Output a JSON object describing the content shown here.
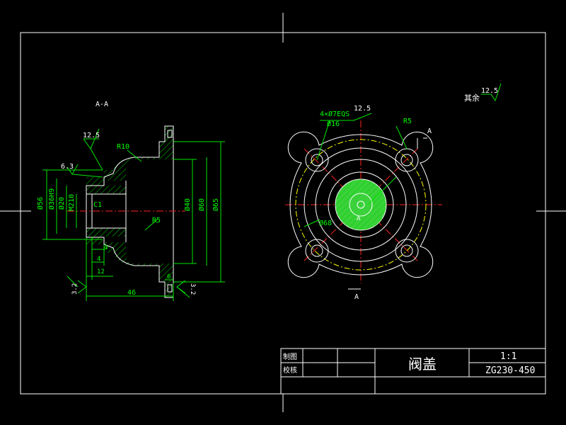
{
  "section_label": "A-A",
  "roughness": {
    "general_prefix": "其余",
    "general_value": "12.5",
    "top_left": "12.5",
    "left_mid": "6.3",
    "left_bottom": "3.2",
    "right_bottom": "3.2",
    "front_bolt": "12.5"
  },
  "section_dims": {
    "radius_r10": "R10",
    "radius_r5": "R5",
    "chamfer": "C1",
    "d_thread": "M210",
    "d20": "Ø20",
    "d_h9": "Ø36H9",
    "d56": "Ø56",
    "d240": "Ø40",
    "d260": "Ø60",
    "d265": "Ø65",
    "dim4a": "4",
    "dim4b": "4",
    "dim12": "12",
    "dim46": "46",
    "dim6": "6"
  },
  "front_view": {
    "holes_note": "4×Ø7EQS",
    "hole_depth": "Ø16",
    "radius": "R5",
    "pcd": "Ø68",
    "center_mark": "A",
    "section_mark_top": "A",
    "section_mark_bottom": "A"
  },
  "title_block": {
    "drawn_by_label": "制图",
    "checked_by_label": "校核",
    "part_name": "阀盖",
    "scale": "1:1",
    "material": "ZG230-450"
  }
}
